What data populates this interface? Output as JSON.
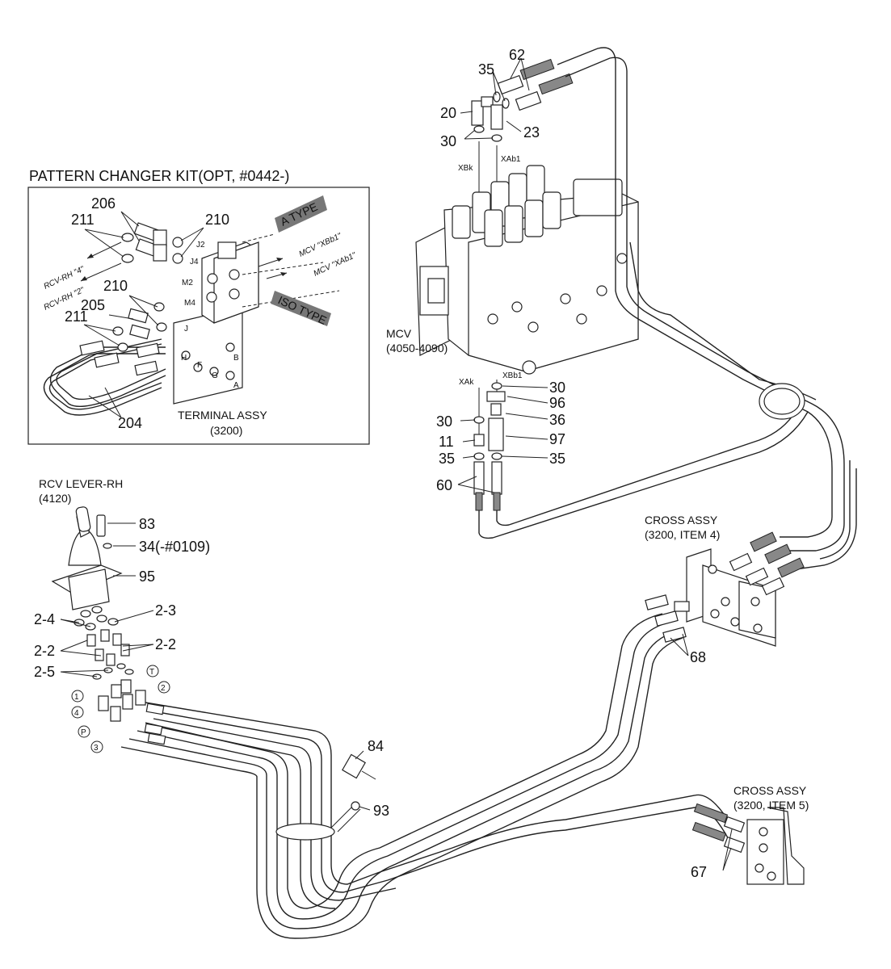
{
  "kit": {
    "title": "PATTERN CHANGER KIT(OPT, #0442-)"
  },
  "labels": {
    "mcv": "MCV",
    "mcv_range": "(4050-4090)",
    "terminal": "TERMINAL ASSY",
    "terminal_item": "(3200)",
    "rcv": "RCV LEVER-RH",
    "rcv_item": "(4120)",
    "cross4": "CROSS ASSY",
    "cross4_item": "(3200, ITEM 4)",
    "cross5": "CROSS ASSY",
    "cross5_item": "(3200, ITEM 5)",
    "a_type": "A TYPE",
    "iso_type": "ISO TYPE",
    "mcv_xbb1": "MCV \"XBb1\"",
    "mcv_xab1": "MCV \"XAb1\"",
    "rcv_rh4": "RCV-RH \"4\"",
    "rcv_rh2": "RCV-RH \"2\"",
    "port_xbk": "XBk",
    "port_xab1": "XAb1",
    "port_xak": "XAk",
    "port_xbb1": "XBb1",
    "port_j2": "J2",
    "port_j4": "J4",
    "port_m2": "M2",
    "port_m4": "M4",
    "port_j": "J",
    "port_h": "H",
    "port_f": "F",
    "port_g": "G",
    "port_b": "B",
    "port_a": "A"
  },
  "parts": {
    "p62": "62",
    "p35a": "35",
    "p20": "20",
    "p23": "23",
    "p30a": "30",
    "p206": "206",
    "p211a": "211",
    "p210a": "210",
    "p210b": "210",
    "p205": "205",
    "p211b": "211",
    "p204": "204",
    "p30b": "30",
    "p96": "96",
    "p30c": "30",
    "p36": "36",
    "p11": "11",
    "p97": "97",
    "p35b": "35",
    "p35c": "35",
    "p60": "60",
    "p83": "83",
    "p34": "34(-#0109)",
    "p95": "95",
    "p2_4": "2-4",
    "p2_3": "2-3",
    "p2_2a": "2-2",
    "p2_2b": "2-2",
    "p2_5": "2-5",
    "p68": "68",
    "p84": "84",
    "p93": "93",
    "p67": "67"
  },
  "circled_ports": [
    "1",
    "4",
    "P",
    "3",
    "2",
    "T"
  ]
}
